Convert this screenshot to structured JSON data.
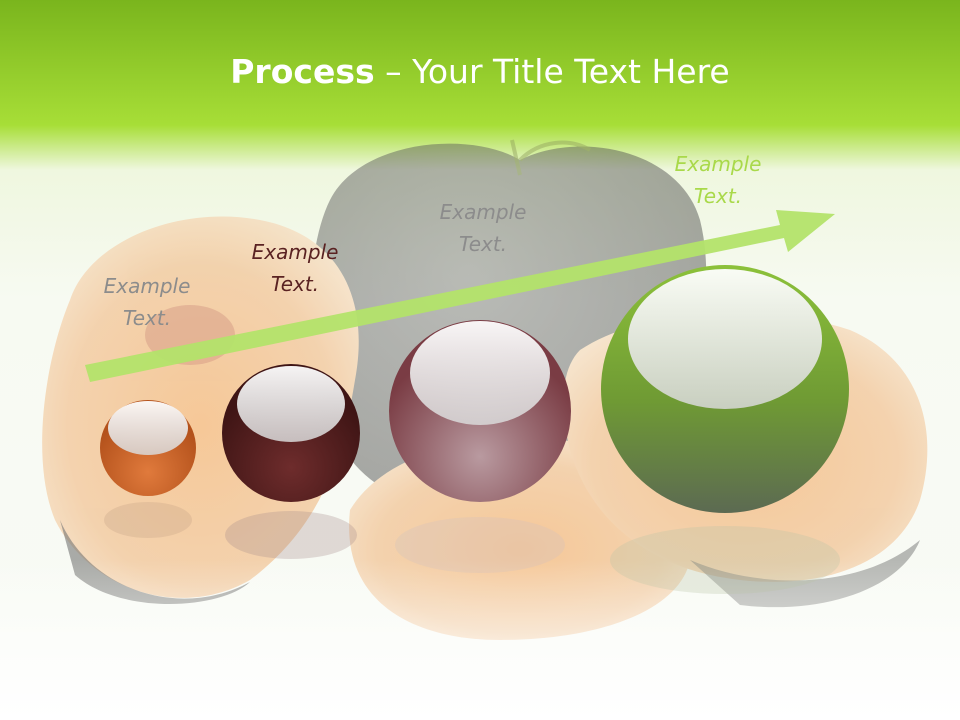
{
  "slide": {
    "title_bold": "Process",
    "title_rest": " – Your Title Text Here"
  },
  "steps": [
    {
      "line1": "Example",
      "line2": "Text.",
      "color": "#8c8c8c",
      "sphere_color": "#c0602a"
    },
    {
      "line1": "Example",
      "line2": "Text.",
      "color": "#5a2222",
      "sphere_color": "#5e2424"
    },
    {
      "line1": "Example",
      "line2": "Text.",
      "color": "#8c8c8c",
      "sphere_color": "#8a5a60"
    },
    {
      "line1": "Example",
      "line2": "Text.",
      "color": "#a9d94a",
      "sphere_color": "#7fae2c"
    }
  ],
  "colors": {
    "accent": "#a7de37",
    "arrow": "#b3e36a"
  }
}
